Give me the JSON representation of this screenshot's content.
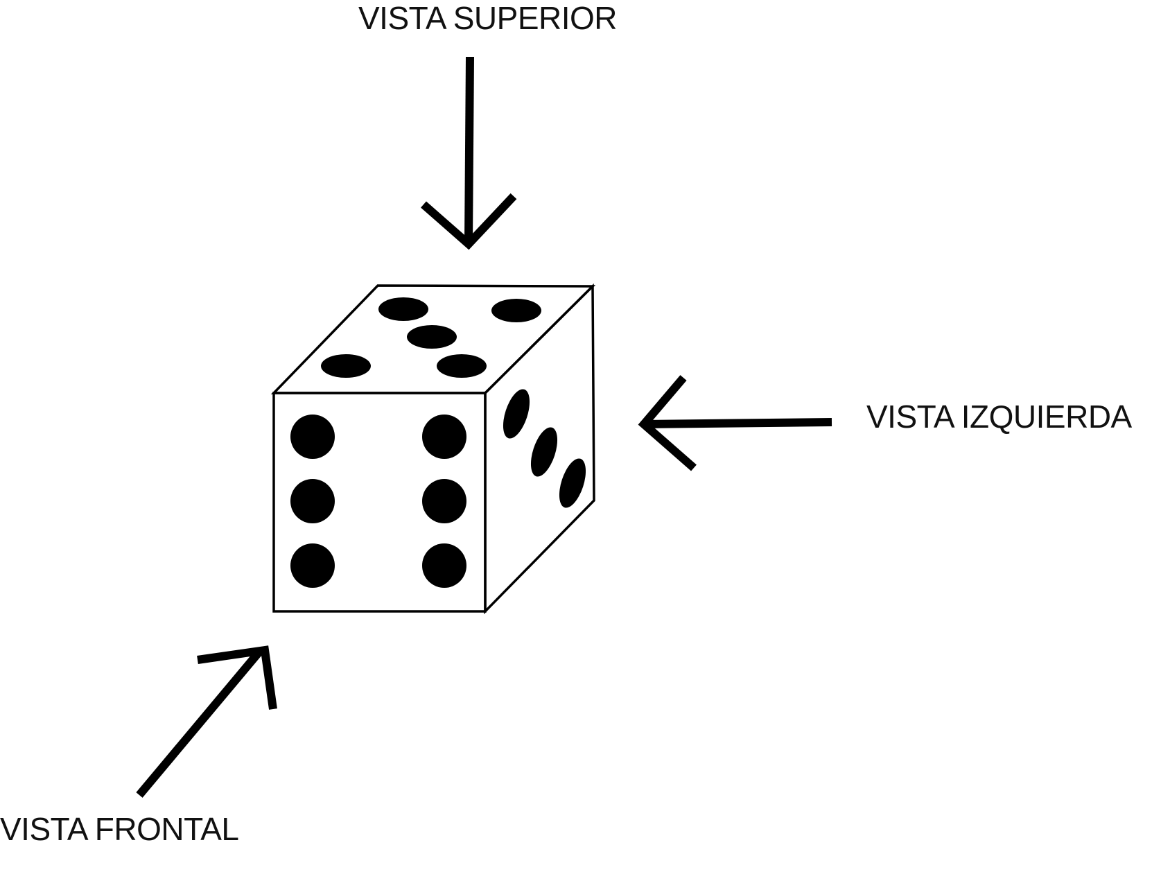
{
  "labels": {
    "top_view": "VISTA SUPERIOR",
    "left_view": "VISTA IZQUIERDA",
    "front_view": "VISTA FRONTAL"
  },
  "die": {
    "top_face_pips": 5,
    "front_face_pips": 6,
    "side_face_pips": 3
  },
  "colors": {
    "background": "#ffffff",
    "ink": "#000000"
  }
}
